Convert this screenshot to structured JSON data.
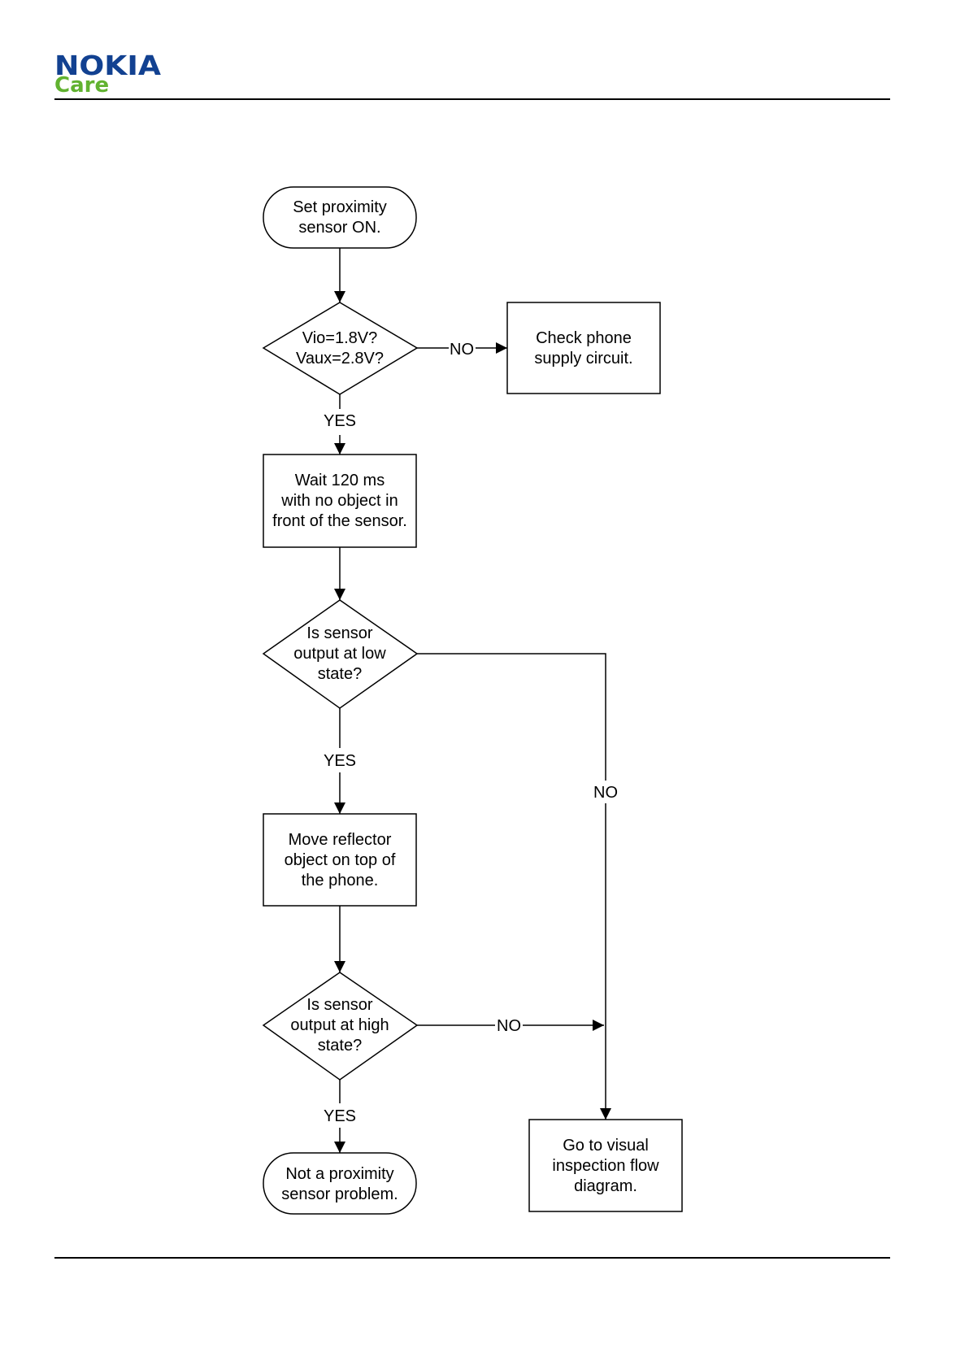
{
  "header": {
    "brand": "NOKIA",
    "sub_brand": "Care",
    "brand_color": "#124191",
    "sub_brand_color": "#61b230"
  },
  "flowchart": {
    "start": [
      "Set proximity",
      "sensor ON."
    ],
    "decision_voltage": [
      "Vio=1.8V?",
      "Vaux=2.8V?"
    ],
    "check_supply": [
      "Check phone",
      "supply circuit."
    ],
    "wait": [
      "Wait 120 ms",
      "with no object in",
      "front of the sensor."
    ],
    "decision_low": [
      "Is sensor",
      "output at low",
      "state?"
    ],
    "move_reflector": [
      "Move reflector",
      "object on top of",
      "the phone."
    ],
    "decision_high": [
      "Is sensor",
      "output at high",
      "state?"
    ],
    "end_ok": [
      "Not a proximity",
      "sensor problem."
    ],
    "visual_inspection": [
      "Go to visual",
      "inspection flow",
      "diagram."
    ],
    "labels": {
      "no_supply": "NO",
      "yes_voltage": "YES",
      "yes_low": "YES",
      "no_low": "NO",
      "no_high": "NO",
      "yes_high": "YES"
    }
  }
}
